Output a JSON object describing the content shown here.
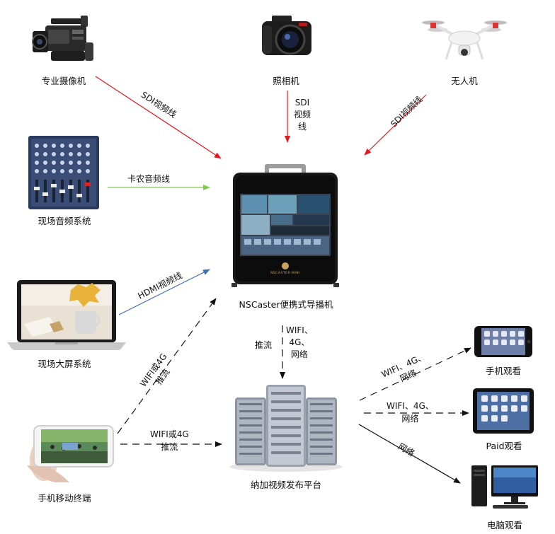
{
  "nodes": {
    "pro_camera": "专业摄像机",
    "camera": "照相机",
    "drone": "无人机",
    "audio_system": "现场音频系统",
    "big_screen": "现场大屏系统",
    "mobile_terminal": "手机移动终端",
    "nscaster": "NSCaster便携式导播机",
    "platform": "纳加视频发布平台",
    "phone_view": "手机观看",
    "pad_view": "Paid观看",
    "pc_view": "电脑观看"
  },
  "edges": {
    "sdi_left": "SDI视频线",
    "sdi_mid_1": "SDI",
    "sdi_mid_2": "视频",
    "sdi_mid_3": "线",
    "sdi_right": "SDI视频线",
    "xlr_audio": "卡农音频线",
    "hdmi": "HDMI视频线",
    "wifi_4g_diag_1": "WIFI或4G",
    "wifi_4g_diag_2": "推流",
    "wifi_4g_h_1": "WIFI或4G",
    "wifi_4g_h_2": "推流",
    "push_left": "推流",
    "push_right_1": "WIFI、",
    "push_right_2": "4G、",
    "push_right_3": "网络",
    "to_phone_1": "WIFI、4G、",
    "to_phone_2": "网络",
    "to_pad_1": "WIFI、4G、",
    "to_pad_2": "网络",
    "to_pc": "网络"
  },
  "device_text": {
    "nscaster_brand": "NSCASTER·MINI"
  },
  "colors": {
    "sdi": "#e8161b",
    "audio": "#7fcb4a",
    "hdmi": "#3b6fb6",
    "dashed": "#111111"
  }
}
